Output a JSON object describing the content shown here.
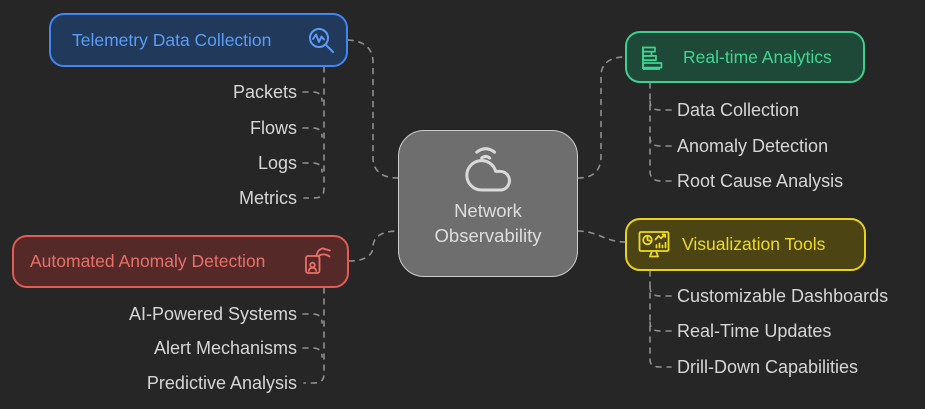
{
  "diagram": {
    "type": "mindmap",
    "background": "#262626",
    "connector_color": "#8f8f8f"
  },
  "center": {
    "line1": "Network",
    "line2": "Observability",
    "icon": "cloud-signal-icon",
    "fill": "#6e6e6e",
    "border": "#cccccc"
  },
  "branches": [
    {
      "label": "Telemetry Data Collection",
      "icon": "search-activity-icon",
      "accent": "#4285f4",
      "fill": "#21395a",
      "text_color": "#5c9cf5",
      "children": [
        "Packets",
        "Flows",
        "Logs",
        "Metrics"
      ]
    },
    {
      "label": "Automated Anomaly Detection",
      "icon": "hand-id-badge-icon",
      "accent": "#e05c55",
      "fill": "#562929",
      "text_color": "#e97069",
      "children": [
        "AI-Powered Systems",
        "Alert Mechanisms",
        "Predictive Analysis"
      ]
    },
    {
      "label": "Real-time Analytics",
      "icon": "horizontal-bar-chart-icon",
      "accent": "#3ecf8e",
      "fill": "#1e4938",
      "text_color": "#3ed692",
      "children": [
        "Data Collection",
        "Anomaly Detection",
        "Root Cause Analysis"
      ]
    },
    {
      "label": "Visualization Tools",
      "icon": "dashboard-monitor-icon",
      "accent": "#e8d21c",
      "fill": "#4c4513",
      "text_color": "#eddc1f",
      "children": [
        "Customizable Dashboards",
        "Real-Time Updates",
        "Drill-Down Capabilities"
      ]
    }
  ],
  "leaf_text_color": "#d6d6d6"
}
